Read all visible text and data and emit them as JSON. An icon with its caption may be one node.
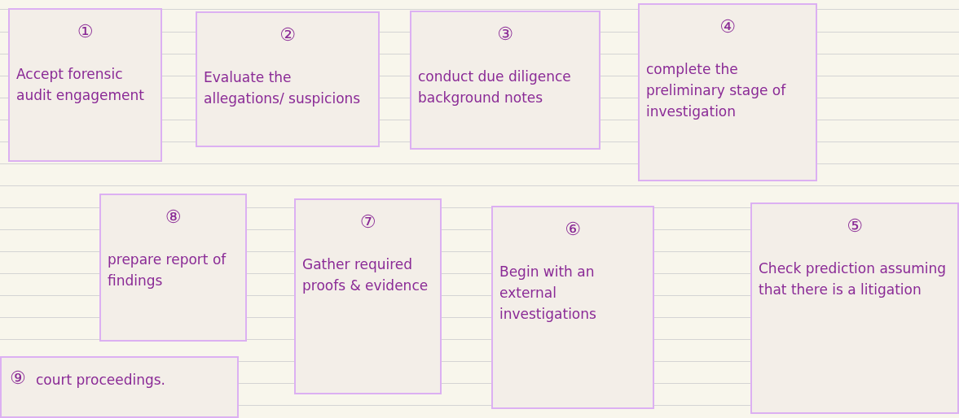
{
  "diagram": {
    "nodes": [
      {
        "text": [
          "①",
          "Accept forensic audit engagement"
        ]
      },
      {
        "text": [
          "②",
          "Evaluate the allegations/ suspicions"
        ]
      },
      {
        "text": [
          "③",
          "conduct due diligence background notes"
        ]
      },
      {
        "text": [
          "④",
          "complete the preliminary stage of investigation"
        ]
      },
      {
        "text": [
          "⑤",
          "Check prediction assuming that there is a litigation"
        ]
      },
      {
        "text": [
          "⑥",
          "Begin with an external investigations"
        ]
      },
      {
        "text": [
          "⑦",
          "Gather required proofs & evidence"
        ]
      },
      {
        "text": [
          "⑧",
          "prepare report of findings"
        ]
      },
      {
        "text": [
          "⑨",
          "court proceedings."
        ]
      }
    ]
  }
}
